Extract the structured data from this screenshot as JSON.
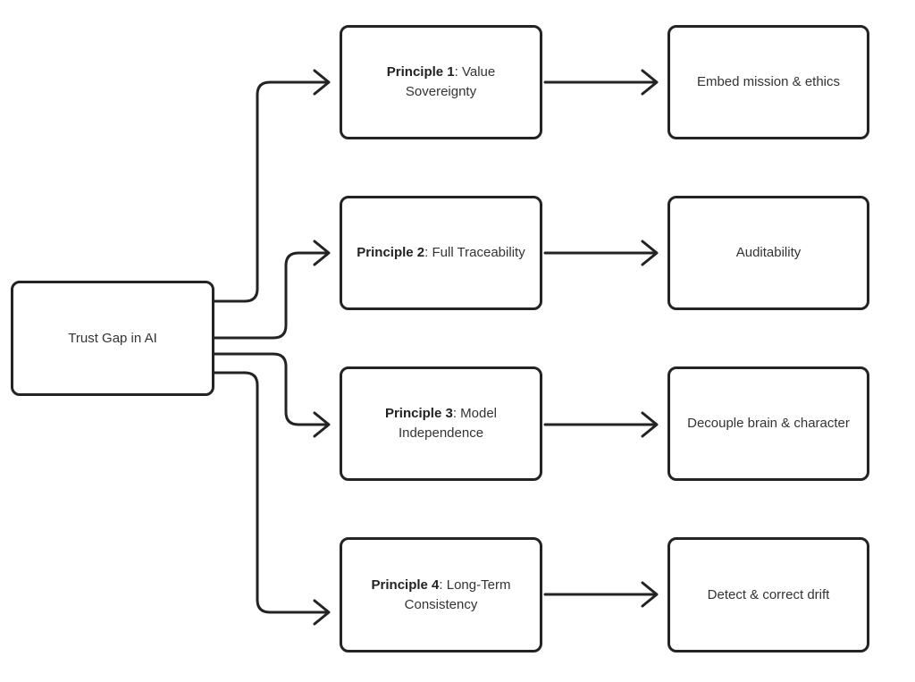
{
  "diagram": {
    "title": "Trust Gap in AI principles flowchart",
    "type": "flowchart",
    "direction": "left-to-right",
    "style": {
      "node_border_color": "#232323",
      "node_fill_color": "#ffffff",
      "edge_color": "#232323",
      "text_color": "#333333",
      "label_emphasis_color": "#222222"
    },
    "root": {
      "label": "Trust Gap in AI"
    },
    "rows": [
      {
        "principle": {
          "label_bold": "Principle 1",
          "label_rest": ": Value Sovereignty"
        },
        "outcome": {
          "label": "Embed mission & ethics"
        }
      },
      {
        "principle": {
          "label_bold": "Principle 2",
          "label_rest": ": Full Traceability"
        },
        "outcome": {
          "label": "Auditability"
        }
      },
      {
        "principle": {
          "label_bold": "Principle 3",
          "label_rest": ": Model Independence"
        },
        "outcome": {
          "label": "Decouple brain & character"
        }
      },
      {
        "principle": {
          "label_bold": "Principle 4",
          "label_rest": ": Long-Term Consistency"
        },
        "outcome": {
          "label": "Detect & correct drift"
        }
      }
    ],
    "edges": [
      {
        "from": "Trust Gap in AI",
        "to": "Principle 1: Value Sovereignty"
      },
      {
        "from": "Trust Gap in AI",
        "to": "Principle 2: Full Traceability"
      },
      {
        "from": "Trust Gap in AI",
        "to": "Principle 3: Model Independence"
      },
      {
        "from": "Trust Gap in AI",
        "to": "Principle 4: Long-Term Consistency"
      },
      {
        "from": "Principle 1: Value Sovereignty",
        "to": "Embed mission & ethics"
      },
      {
        "from": "Principle 2: Full Traceability",
        "to": "Auditability"
      },
      {
        "from": "Principle 3: Model Independence",
        "to": "Decouple brain & character"
      },
      {
        "from": "Principle 4: Long-Term Consistency",
        "to": "Detect & correct drift"
      }
    ]
  }
}
